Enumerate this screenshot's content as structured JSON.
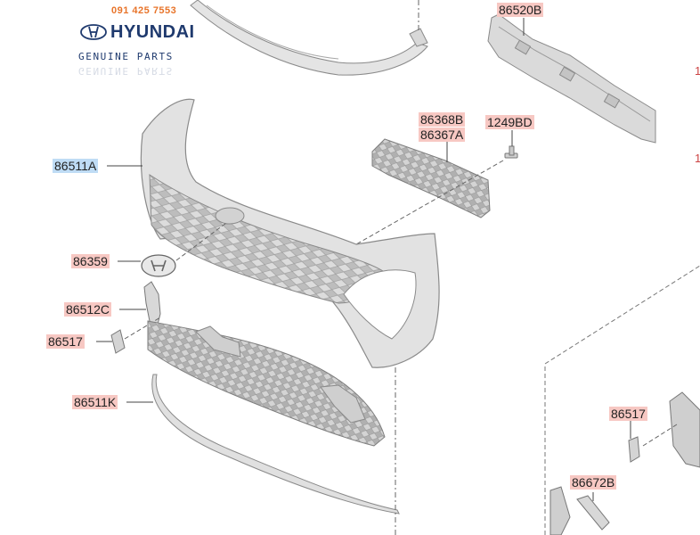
{
  "branding": {
    "phone": "091 425 7553",
    "brand_name": "HYUNDAI",
    "tagline": "GENUINE PARTS",
    "colors": {
      "phone": "#e8742a",
      "brand": "#1f3a6e"
    }
  },
  "part_labels": {
    "p86520B": "86520B",
    "p86368B": "86368B",
    "p86367A": "86367A",
    "p1249BD": "1249BD",
    "p86511A": "86511A",
    "p86359": "86359",
    "p86512C": "86512C",
    "p86517_left": "86517",
    "p86511K": "86511K",
    "p86517_right": "86517",
    "p86672B": "86672B"
  },
  "edge_fragments": {
    "top": "1",
    "mid": "1"
  },
  "colors": {
    "label_bg": "#f7c8c3",
    "label_highlight_bg": "#bfdcf5",
    "part_fill": "#e6e6e6",
    "part_stroke": "#8a8a8a"
  }
}
